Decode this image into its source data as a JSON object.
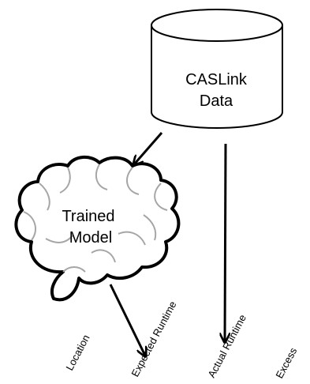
{
  "database": {
    "label_line1": "CASLink",
    "label_line2": "Data"
  },
  "model": {
    "label_line1": "Trained",
    "label_line2": "Model"
  },
  "columns": [
    "Location",
    "Expected Runtime",
    "Actual Runtime",
    "Excess"
  ],
  "colors": {
    "stroke": "#000000",
    "brain_inner": "#a6a6a6",
    "background": "#ffffff"
  }
}
